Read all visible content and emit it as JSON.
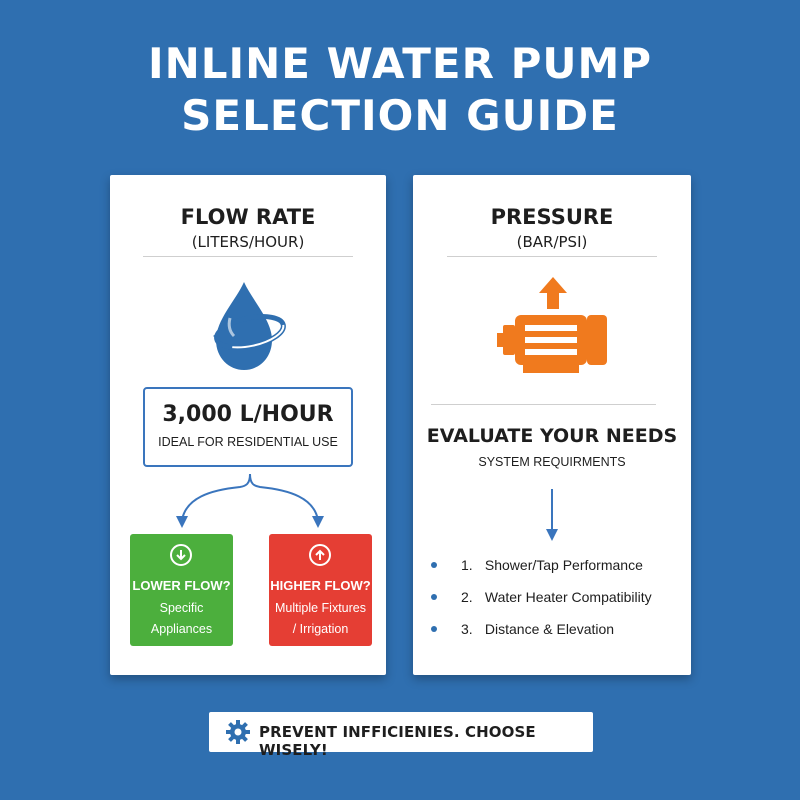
{
  "title": {
    "line1": "INLINE WATER PUMP",
    "line2": "SELECTION GUIDE"
  },
  "flow_card": {
    "title": "FLOW RATE",
    "subtitle": "(LITERS/HOUR)",
    "icon": "water-drop-cycle-icon",
    "value": "3,000 L/HOUR",
    "note": "IDEAL FOR RESIDENTIAL USE",
    "options": [
      {
        "heading": "LOWER FLOW?",
        "line1": "Specific",
        "line2": "Appliances",
        "icon": "arrow-down-circle-icon",
        "color": "#4caf3d"
      },
      {
        "heading": "HIGHER FLOW?",
        "line1": "Multiple Fixtures",
        "line2": "/ Irrigation",
        "icon": "arrow-up-circle-icon",
        "color": "#e53e34"
      }
    ]
  },
  "pressure_card": {
    "title": "PRESSURE",
    "subtitle": "(BAR/PSI)",
    "icon": "pump-motor-icon",
    "icon_color": "#f07a1e",
    "heading": "EVALUATE YOUR NEEDS",
    "subheading": "SYSTEM REQUIRMENTS",
    "needs": [
      {
        "num": "1.",
        "text": "Shower/Tap Performance"
      },
      {
        "num": "2.",
        "text": "Water Heater Compatibility"
      },
      {
        "num": "3.",
        "text": "Distance & Elevation"
      }
    ]
  },
  "banner": {
    "icon": "gear-icon",
    "text": "PREVENT INFFICIENIES. CHOOSE WISELY!"
  },
  "colors": {
    "background": "#2f6fb0",
    "accent_blue": "#3a75bd",
    "green": "#4caf3d",
    "red": "#e53e34",
    "orange": "#f07a1e"
  }
}
